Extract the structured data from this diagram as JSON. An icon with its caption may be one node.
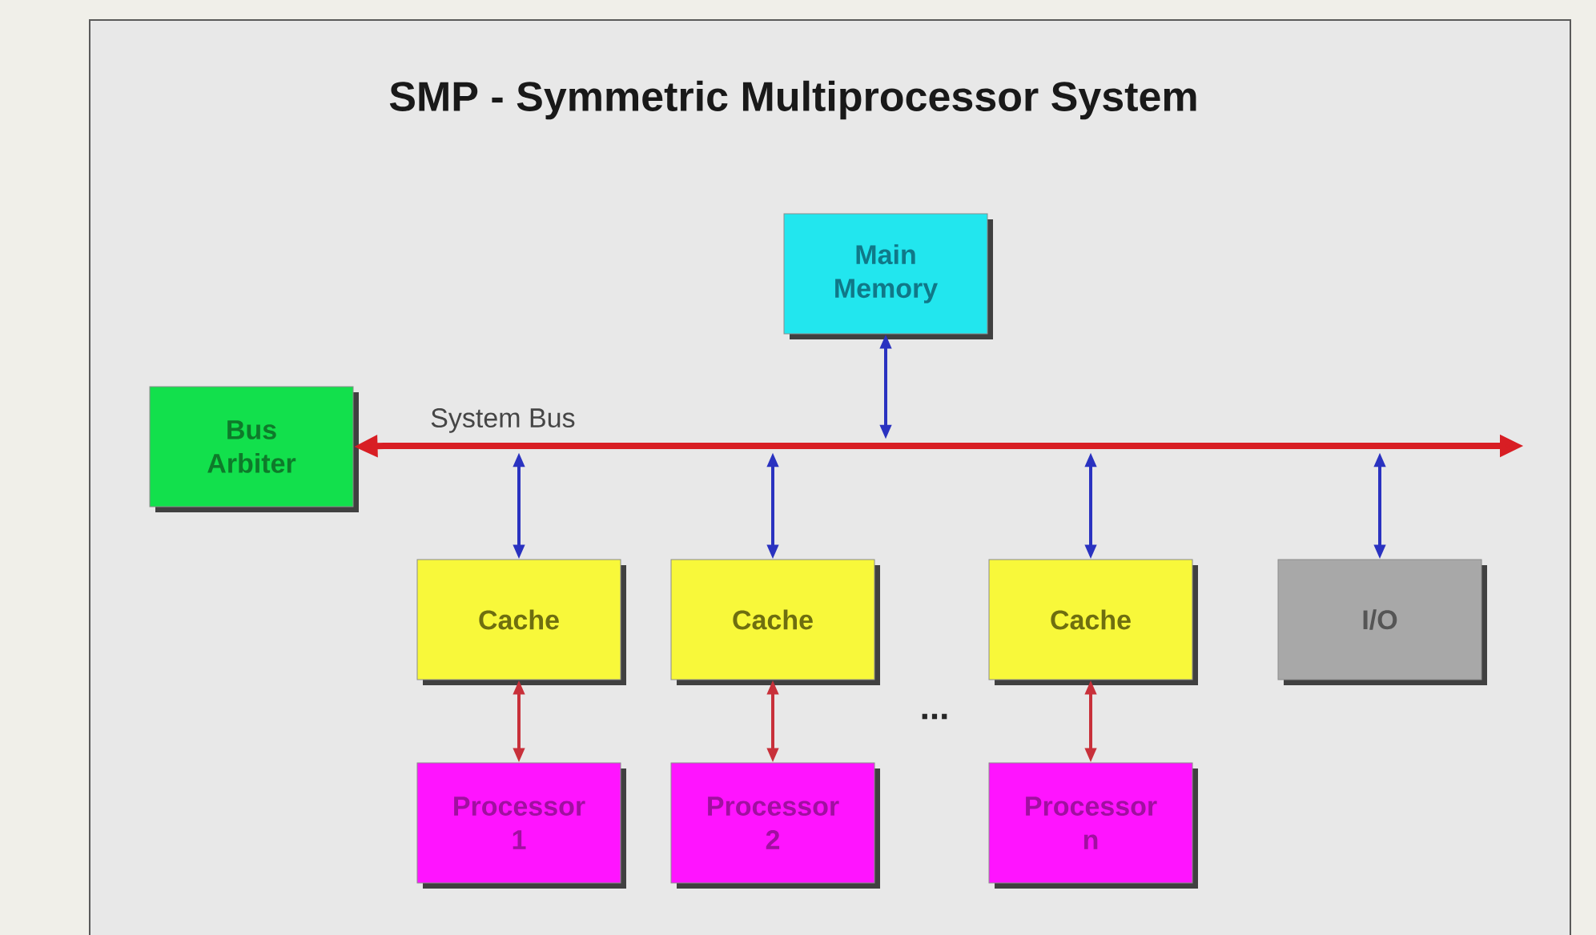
{
  "diagram": {
    "title": "SMP - Symmetric Multiprocessor System",
    "nodes": [
      {
        "text": [
          "Main Memory"
        ]
      },
      {
        "text": [
          "Bus Arbiter"
        ]
      },
      {
        "text": [
          "System Bus"
        ]
      },
      {
        "text": [
          "Cache"
        ]
      },
      {
        "text": [
          "Cache"
        ]
      },
      {
        "text": [
          "Cache"
        ]
      },
      {
        "text": [
          "I/O"
        ]
      },
      {
        "text": [
          "Processor 1"
        ]
      },
      {
        "text": [
          "Processor 2"
        ]
      },
      {
        "text": [
          "Processor n"
        ]
      }
    ],
    "edges": [
      {
        "from": 2,
        "to": 1,
        "arrow": "to",
        "style": "thick",
        "color": "#d81e24"
      },
      {
        "from": 0,
        "to": 2,
        "arrow": "both"
      },
      {
        "from": 3,
        "to": 2,
        "arrow": "both"
      },
      {
        "from": 4,
        "to": 2,
        "arrow": "both"
      },
      {
        "from": 5,
        "to": 2,
        "arrow": "both"
      },
      {
        "from": 6,
        "to": 2,
        "arrow": "both"
      },
      {
        "from": 7,
        "to": 3,
        "arrow": "both",
        "color": "#c8303a"
      },
      {
        "from": 8,
        "to": 4,
        "arrow": "both",
        "color": "#c8303a"
      },
      {
        "from": 9,
        "to": 5,
        "arrow": "both",
        "color": "#c8303a"
      }
    ],
    "labels": [
      "..."
    ]
  }
}
